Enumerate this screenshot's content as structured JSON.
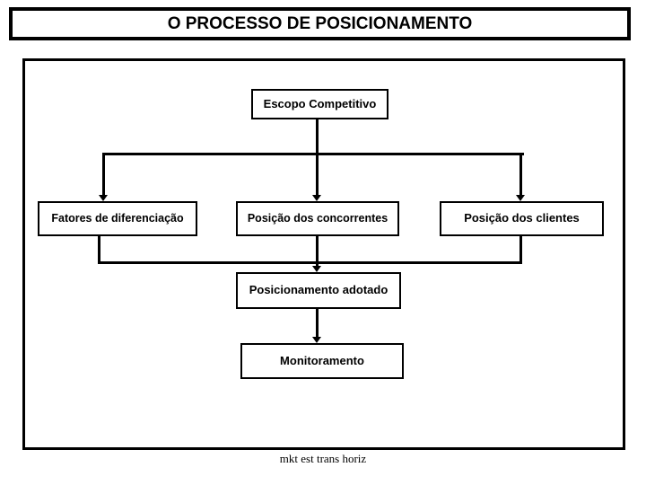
{
  "title": "O PROCESSO DE POSICIONAMENTO",
  "flowchart": {
    "top_node": "Escopo Competitivo",
    "middle_row": [
      "Fatores de diferenciação",
      "Posição dos concorrentes",
      "Posição dos clientes"
    ],
    "adopted_node": "Posicionamento adotado",
    "monitoring_node": "Monitoramento"
  },
  "footer_note": "mkt est trans horiz",
  "colors": {
    "line": "#000000",
    "background": "#ffffff",
    "text": "#000000"
  }
}
